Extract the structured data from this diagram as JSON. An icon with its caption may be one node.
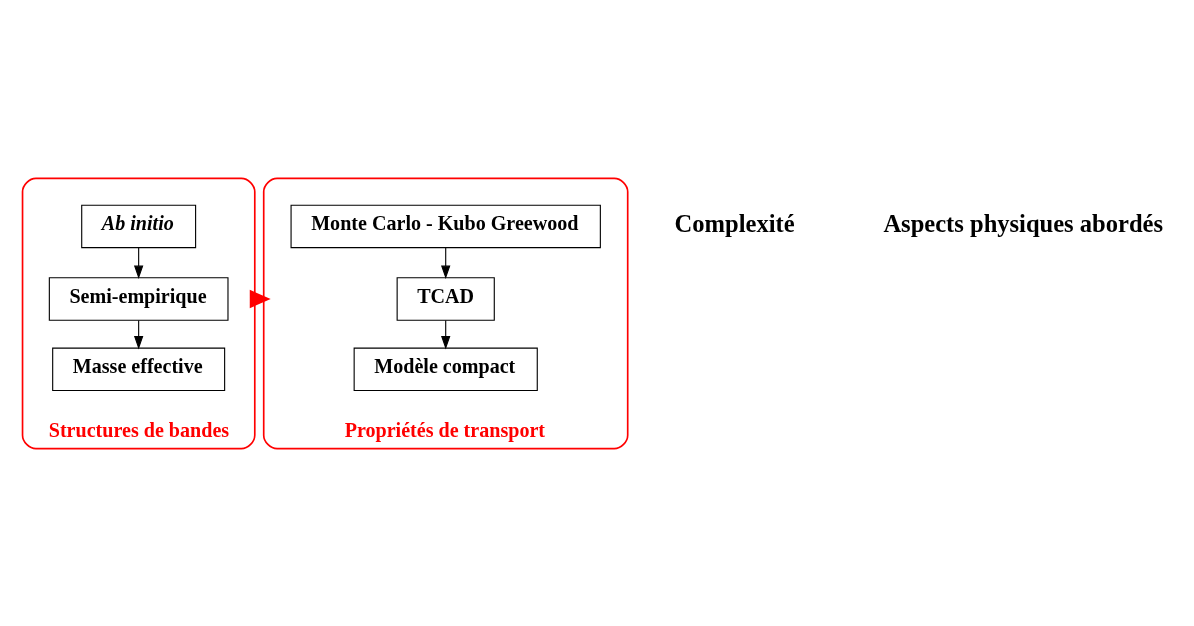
{
  "diagram": {
    "nodes": [
      {
        "text": [
          "Structures de bandes"
        ]
      },
      {
        "text": [
          "Ab initio"
        ],
        "in": 0
      },
      {
        "text": [
          "Semi-empirique"
        ],
        "in": 0
      },
      {
        "text": [
          "Masse effective"
        ],
        "in": 0
      },
      {
        "text": [
          "Propriétés de transport"
        ]
      },
      {
        "text": [
          "Monte Carlo - Kubo Greewood"
        ],
        "in": 4
      },
      {
        "text": [
          "TCAD"
        ],
        "in": 4
      },
      {
        "text": [
          "Modèle compact"
        ],
        "in": 4
      }
    ],
    "edges": [
      {
        "from": 1,
        "to": 2,
        "arrow": "to"
      },
      {
        "from": 2,
        "to": 3,
        "arrow": "to"
      },
      {
        "from": 0,
        "to": 4,
        "arrow": "to",
        "style": "thick",
        "color": "#ff0000"
      },
      {
        "from": 5,
        "to": 6,
        "arrow": "to"
      },
      {
        "from": 6,
        "to": 7,
        "arrow": "to"
      }
    ],
    "labels": [
      "Complexité",
      "Aspects physiques abordés"
    ]
  }
}
